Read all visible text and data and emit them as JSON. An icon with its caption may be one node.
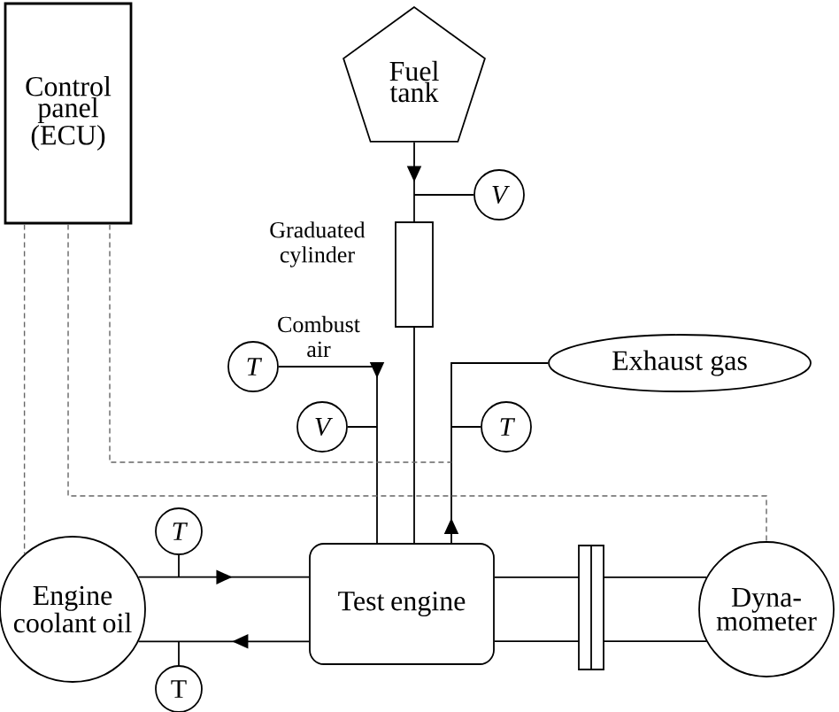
{
  "diagram": {
    "nodes": [
      {
        "text": [
          "Control panel (ECU)"
        ]
      },
      {
        "text": [
          "Fuel tank"
        ]
      },
      {
        "text": [
          "V"
        ]
      },
      {
        "text": [],
        "shape": "box",
        "beside": [
          "Graduated cylinder"
        ]
      },
      {
        "text": [
          "T"
        ]
      },
      {
        "text": [
          "V"
        ]
      },
      {
        "text": [
          "Exhaust gas"
        ]
      },
      {
        "text": [
          "T"
        ]
      },
      {
        "text": [
          "Test engine"
        ]
      },
      {
        "text": [
          "Engine coolant oil"
        ]
      },
      {
        "text": [
          "T"
        ]
      },
      {
        "text": [
          "T"
        ]
      },
      {
        "text": [
          "Dyna- mometer"
        ]
      }
    ],
    "edges": [
      {
        "from": 1,
        "to": 3,
        "arrow": "to"
      },
      {
        "from": 3,
        "to": 8,
        "arrow": "none"
      },
      {
        "from": 2,
        "to": null,
        "arrow": "none"
      },
      {
        "from": 4,
        "to": 8,
        "arrow": "to"
      },
      {
        "from": 5,
        "to": null,
        "arrow": "none"
      },
      {
        "from": 8,
        "to": 6,
        "arrow": "to"
      },
      {
        "from": 7,
        "to": null,
        "arrow": "none"
      },
      {
        "from": 9,
        "to": 8,
        "arrow": "to"
      },
      {
        "from": 8,
        "to": 9,
        "arrow": "to"
      },
      {
        "from": 10,
        "to": null,
        "arrow": "none"
      },
      {
        "from": 11,
        "to": null,
        "arrow": "none"
      },
      {
        "from": 8,
        "to": 12,
        "arrow": "none"
      },
      {
        "from": 8,
        "to": 12,
        "arrow": "none"
      },
      {
        "from": 0,
        "to": 9,
        "arrow": "none",
        "style": "dashed",
        "color": "#666666"
      },
      {
        "from": 0,
        "to": 12,
        "arrow": "none",
        "style": "dashed",
        "color": "#666666"
      },
      {
        "from": 0,
        "to": null,
        "arrow": "none",
        "style": "dashed",
        "color": "#666666"
      }
    ],
    "labels": [
      "Combust air"
    ]
  }
}
